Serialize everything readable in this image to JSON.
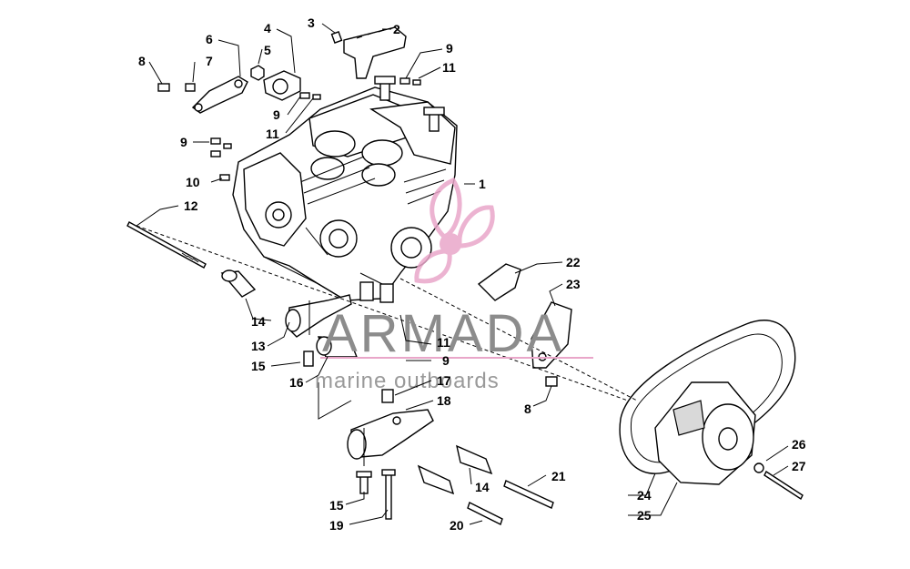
{
  "diagram": {
    "callouts": [
      {
        "id": "c1",
        "label": "1"
      },
      {
        "id": "c2",
        "label": "2"
      },
      {
        "id": "c3",
        "label": "3"
      },
      {
        "id": "c4",
        "label": "4"
      },
      {
        "id": "c5",
        "label": "5"
      },
      {
        "id": "c6",
        "label": "6"
      },
      {
        "id": "c7",
        "label": "7"
      },
      {
        "id": "c8a",
        "label": "8"
      },
      {
        "id": "c8b",
        "label": "8"
      },
      {
        "id": "c9a",
        "label": "9"
      },
      {
        "id": "c9b",
        "label": "9"
      },
      {
        "id": "c9c",
        "label": "9"
      },
      {
        "id": "c9d",
        "label": "9"
      },
      {
        "id": "c10",
        "label": "10"
      },
      {
        "id": "c11a",
        "label": "11"
      },
      {
        "id": "c11b",
        "label": "11"
      },
      {
        "id": "c11c",
        "label": "11"
      },
      {
        "id": "c12",
        "label": "12"
      },
      {
        "id": "c13",
        "label": "13"
      },
      {
        "id": "c14a",
        "label": "14"
      },
      {
        "id": "c14b",
        "label": "14"
      },
      {
        "id": "c15a",
        "label": "15"
      },
      {
        "id": "c15b",
        "label": "15"
      },
      {
        "id": "c16",
        "label": "16"
      },
      {
        "id": "c17",
        "label": "17"
      },
      {
        "id": "c18",
        "label": "18"
      },
      {
        "id": "c19",
        "label": "19"
      },
      {
        "id": "c20",
        "label": "20"
      },
      {
        "id": "c21",
        "label": "21"
      },
      {
        "id": "c22",
        "label": "22"
      },
      {
        "id": "c23",
        "label": "23"
      },
      {
        "id": "c24",
        "label": "24"
      },
      {
        "id": "c25",
        "label": "25"
      },
      {
        "id": "c26",
        "label": "26"
      },
      {
        "id": "c27",
        "label": "27"
      }
    ]
  },
  "watermark": {
    "title": "ARMADA",
    "subtitle": "marine outboards",
    "title_color": "#8c8c8c",
    "logo_color": "#e9a6c9"
  }
}
